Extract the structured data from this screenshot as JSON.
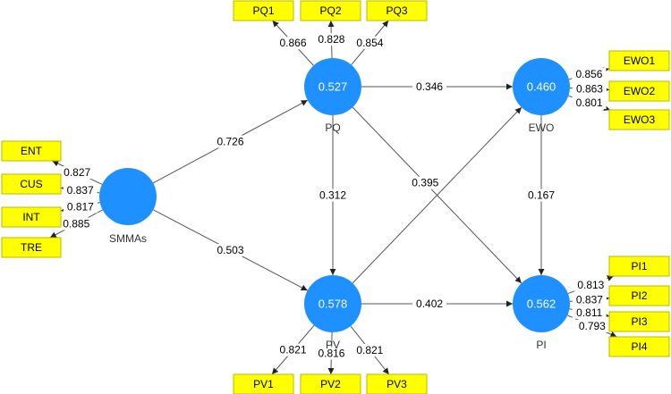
{
  "latents": [
    {
      "id": "SMMAs",
      "name": "SMMAs",
      "value": ""
    },
    {
      "id": "PQ",
      "name": "PQ",
      "value": "0.527"
    },
    {
      "id": "PV",
      "name": "PV",
      "value": "0.578"
    },
    {
      "id": "EWO",
      "name": "EWO",
      "value": "0.460"
    },
    {
      "id": "PI",
      "name": "PI",
      "value": "0.562"
    }
  ],
  "indicators": [
    {
      "id": "ENT",
      "label": "ENT",
      "latent": "SMMAs",
      "loading": "0.827"
    },
    {
      "id": "CUS",
      "label": "CUS",
      "latent": "SMMAs",
      "loading": "0.837"
    },
    {
      "id": "INT",
      "label": "INT",
      "latent": "SMMAs",
      "loading": "0.817"
    },
    {
      "id": "TRE",
      "label": "TRE",
      "latent": "SMMAs",
      "loading": "0.885"
    },
    {
      "id": "PQ1",
      "label": "PQ1",
      "latent": "PQ",
      "loading": "0.866"
    },
    {
      "id": "PQ2",
      "label": "PQ2",
      "latent": "PQ",
      "loading": "0.828"
    },
    {
      "id": "PQ3",
      "label": "PQ3",
      "latent": "PQ",
      "loading": "0.854"
    },
    {
      "id": "EWO1",
      "label": "EWO1",
      "latent": "EWO",
      "loading": "0.856"
    },
    {
      "id": "EWO2",
      "label": "EWO2",
      "latent": "EWO",
      "loading": "0.863"
    },
    {
      "id": "EWO3",
      "label": "EWO3",
      "latent": "EWO",
      "loading": "0.801"
    },
    {
      "id": "PV1",
      "label": "PV1",
      "latent": "PV",
      "loading": "0.821"
    },
    {
      "id": "PV2",
      "label": "PV2",
      "latent": "PV",
      "loading": "0.816"
    },
    {
      "id": "PV3",
      "label": "PV3",
      "latent": "PV",
      "loading": "0.821"
    },
    {
      "id": "PI1",
      "label": "PI1",
      "latent": "PI",
      "loading": "0.813"
    },
    {
      "id": "PI2",
      "label": "PI2",
      "latent": "PI",
      "loading": "0.837"
    },
    {
      "id": "PI3",
      "label": "PI3",
      "latent": "PI",
      "loading": "0.811"
    },
    {
      "id": "PI4",
      "label": "PI4",
      "latent": "PI",
      "loading": "0.793"
    }
  ],
  "paths": [
    {
      "id": "SMMAs-PQ",
      "from": "SMMAs",
      "to": "PQ",
      "coef": "0.726"
    },
    {
      "id": "SMMAs-PV",
      "from": "SMMAs",
      "to": "PV",
      "coef": "0.503"
    },
    {
      "id": "PQ-EWO",
      "from": "PQ",
      "to": "EWO",
      "coef": "0.346"
    },
    {
      "id": "PQ-PV",
      "from": "PQ",
      "to": "PV",
      "coef": "0.312"
    },
    {
      "id": "PQ-PI",
      "from": "PQ",
      "to": "PI",
      "coef": "0.395"
    },
    {
      "id": "PV-EWO",
      "from": "PV",
      "to": "EWO",
      "coef": ""
    },
    {
      "id": "PV-PI",
      "from": "PV",
      "to": "PI",
      "coef": "0.402"
    },
    {
      "id": "EWO-PI",
      "from": "EWO",
      "to": "PI",
      "coef": "0.167"
    }
  ],
  "colors": {
    "latent": "#1e90ff",
    "indicator": "#ffff00",
    "edge": "#555555"
  }
}
